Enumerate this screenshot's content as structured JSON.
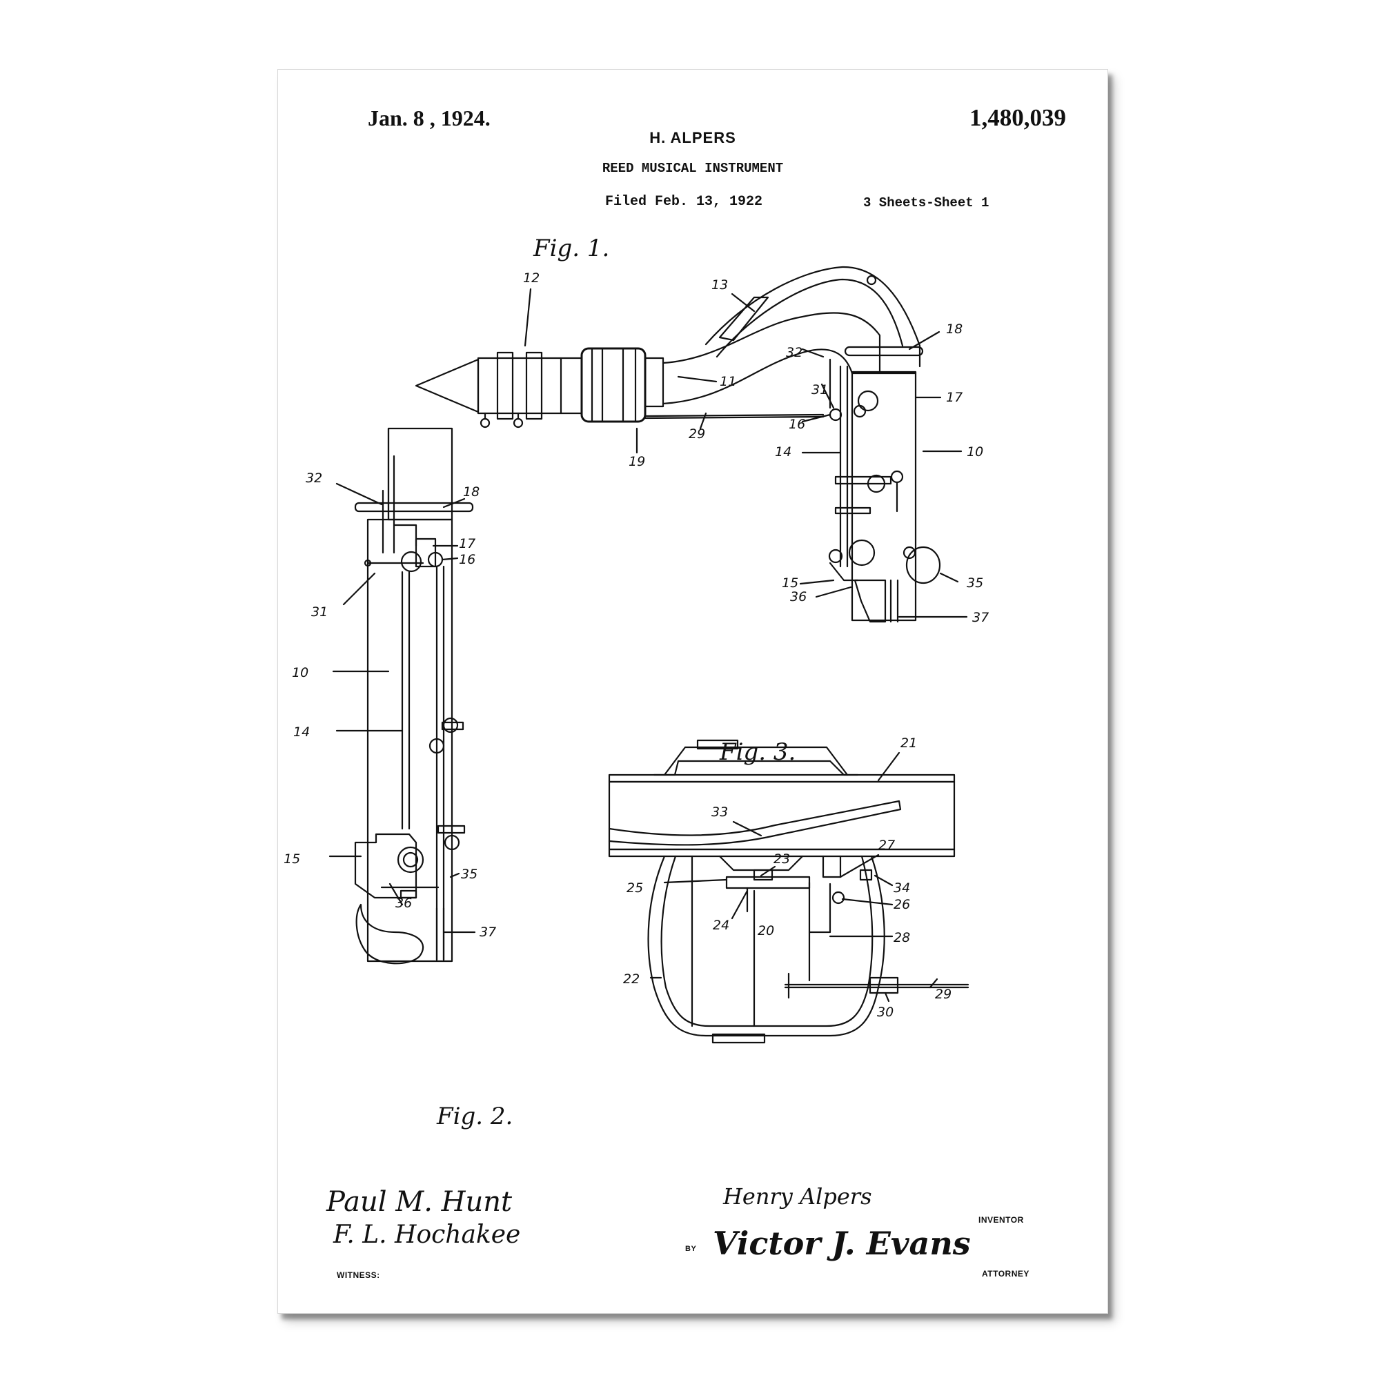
{
  "header": {
    "date": "Jan. 8 , 1924.",
    "patent_number": "1,480,039",
    "inventor_name": "H. ALPERS",
    "title": "REED MUSICAL INSTRUMENT",
    "filed": "Filed Feb. 13, 1922",
    "sheets": "3 Sheets-Sheet 1"
  },
  "figures": {
    "fig1": {
      "caption": "Fig. 1.",
      "refs": [
        "12",
        "13",
        "18",
        "32",
        "11",
        "31",
        "17",
        "16",
        "29",
        "19",
        "14",
        "10",
        "15",
        "36",
        "35",
        "37"
      ]
    },
    "fig2": {
      "caption": "Fig. 2.",
      "refs": [
        "32",
        "18",
        "17",
        "16",
        "31",
        "10",
        "14",
        "15",
        "36",
        "35",
        "37"
      ]
    },
    "fig3": {
      "caption": "Fig. 3.",
      "refs": [
        "21",
        "33",
        "23",
        "27",
        "34",
        "25",
        "26",
        "24",
        "20",
        "28",
        "22",
        "29",
        "30"
      ]
    }
  },
  "signatures": {
    "witness_1": "Paul M. Hunt",
    "witness_2": "F. L. Hochakee",
    "witness_label": "WITNESS:",
    "inventor_signature": "Henry Alpers",
    "inventor_label": "INVENTOR",
    "by_label": "BY",
    "attorney_signature": "Victor J. Evans",
    "attorney_label": "ATTORNEY"
  }
}
